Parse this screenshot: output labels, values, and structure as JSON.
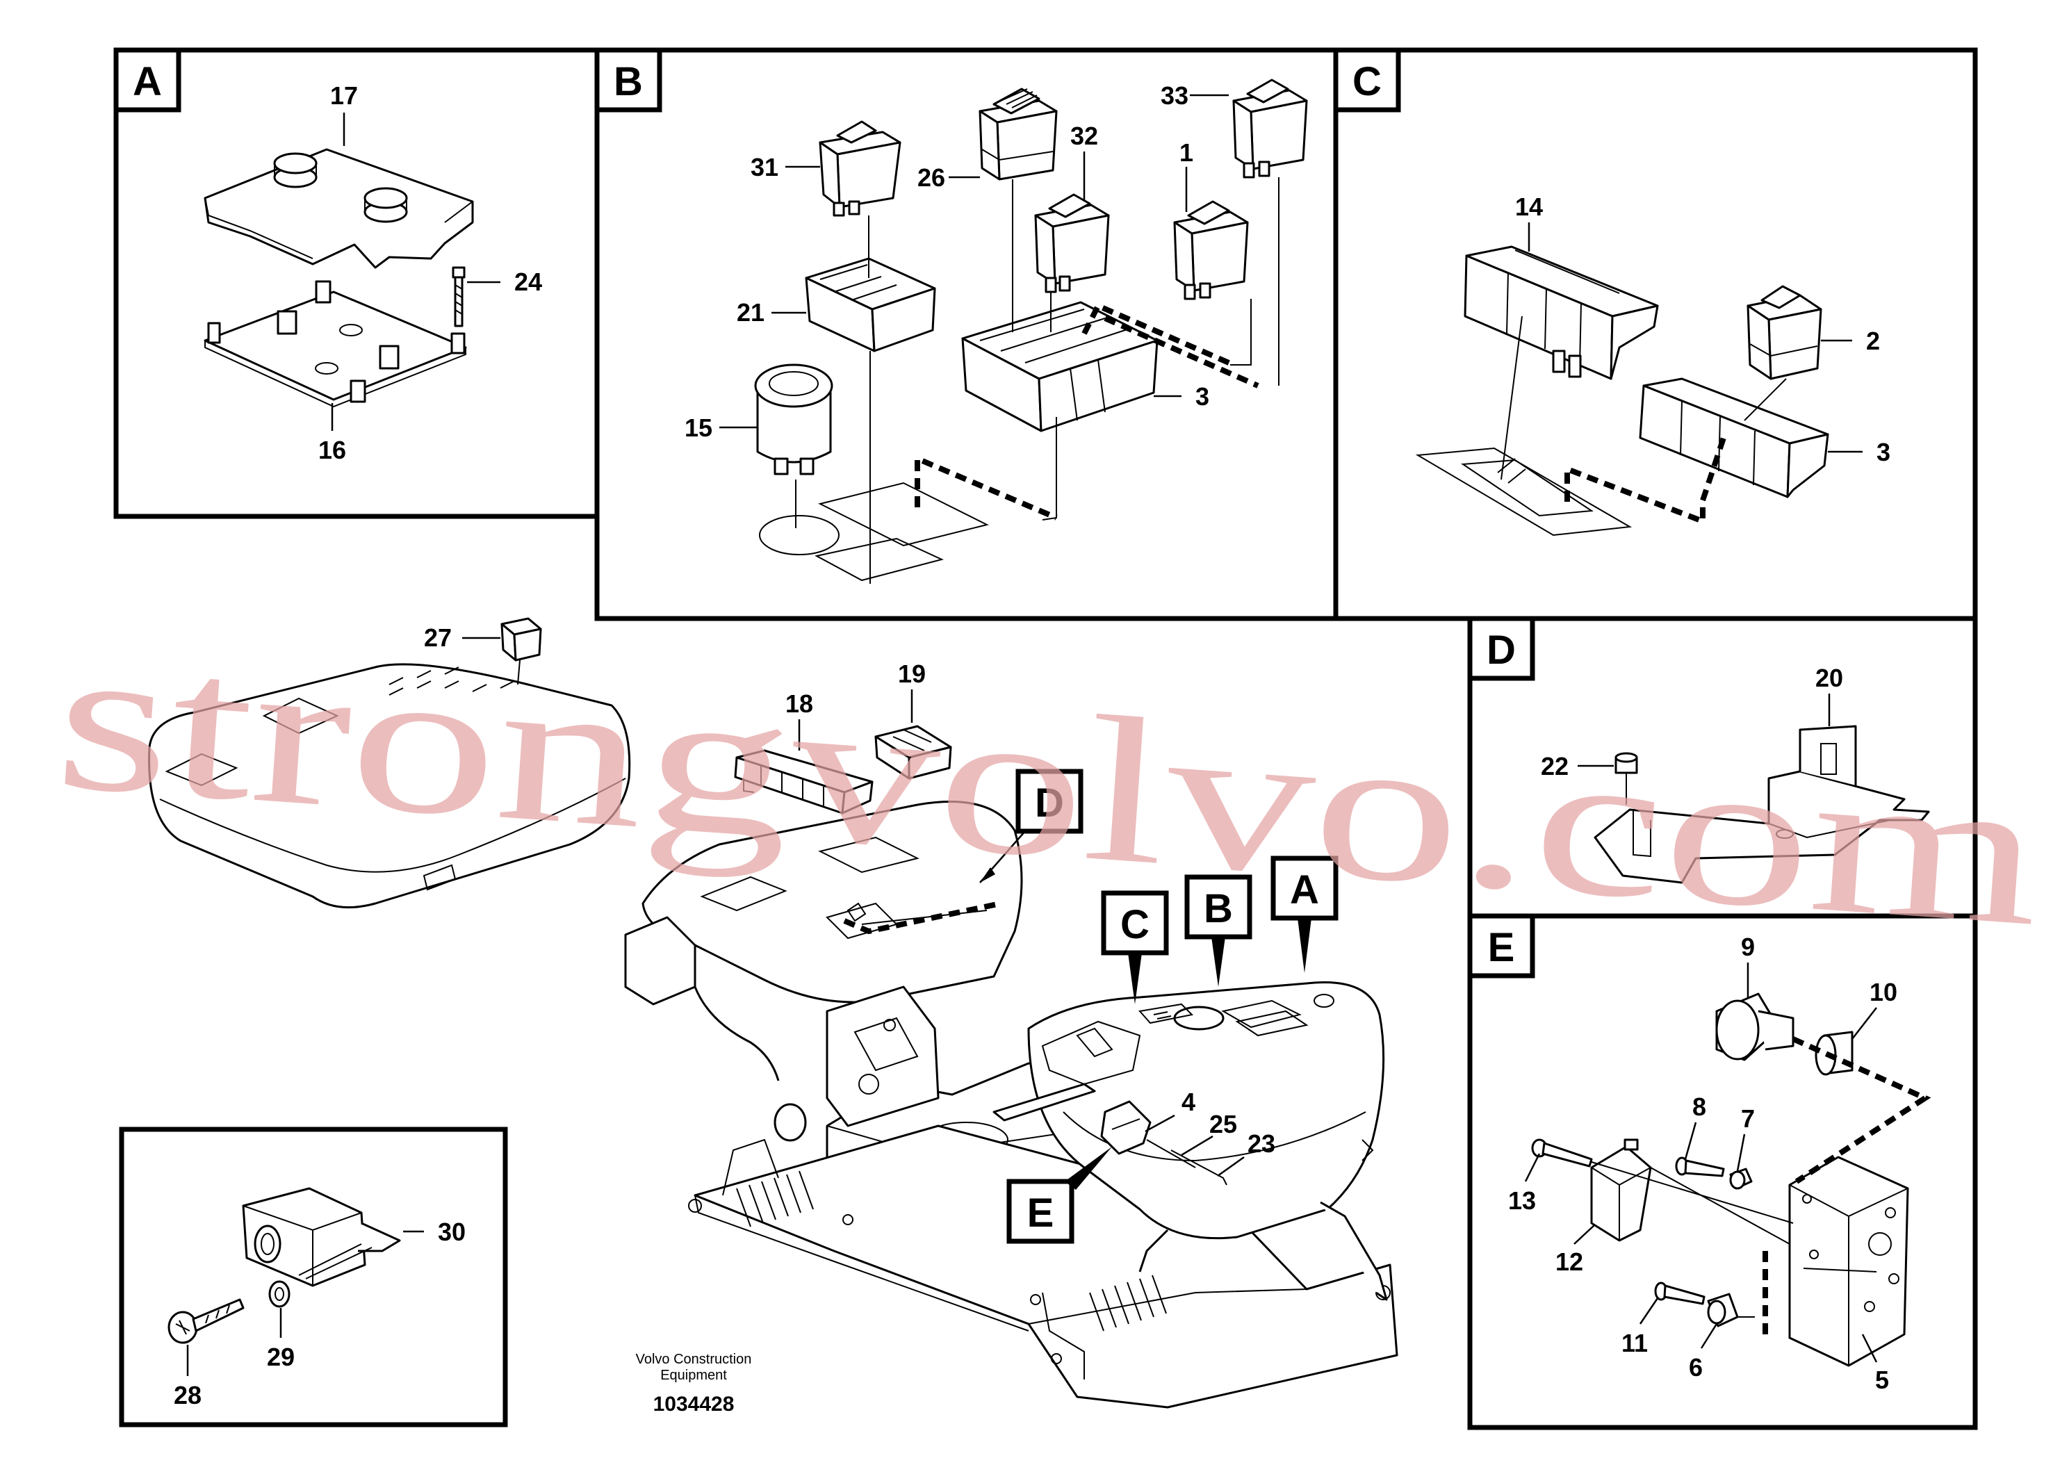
{
  "panels": {
    "A": {
      "letter": "A",
      "callouts": [
        "17",
        "24",
        "16"
      ]
    },
    "B": {
      "letter": "B",
      "callouts": [
        "31",
        "26",
        "32",
        "33",
        "1",
        "21",
        "15",
        "3"
      ]
    },
    "C": {
      "letter": "C",
      "callouts": [
        "14",
        "2",
        "3"
      ]
    },
    "D": {
      "letter": "D",
      "callouts": [
        "20",
        "22"
      ]
    },
    "E": {
      "letter": "E",
      "callouts": [
        "9",
        "10",
        "8",
        "7",
        "13",
        "12",
        "11",
        "6",
        "5"
      ]
    },
    "F": {
      "callouts": [
        "30",
        "29",
        "28"
      ]
    }
  },
  "main": {
    "callouts": [
      "27",
      "18",
      "19",
      "4",
      "25",
      "23"
    ],
    "view_labels": [
      "D",
      "C",
      "B",
      "A",
      "E"
    ]
  },
  "footer": {
    "maker_line1": "Volvo Construction",
    "maker_line2": "Equipment",
    "doc_number": "1034428"
  },
  "watermark": "strongvolvo.com",
  "colors": {
    "line": "#000000",
    "watermark": "#e4a4a4",
    "background": "#ffffff"
  }
}
